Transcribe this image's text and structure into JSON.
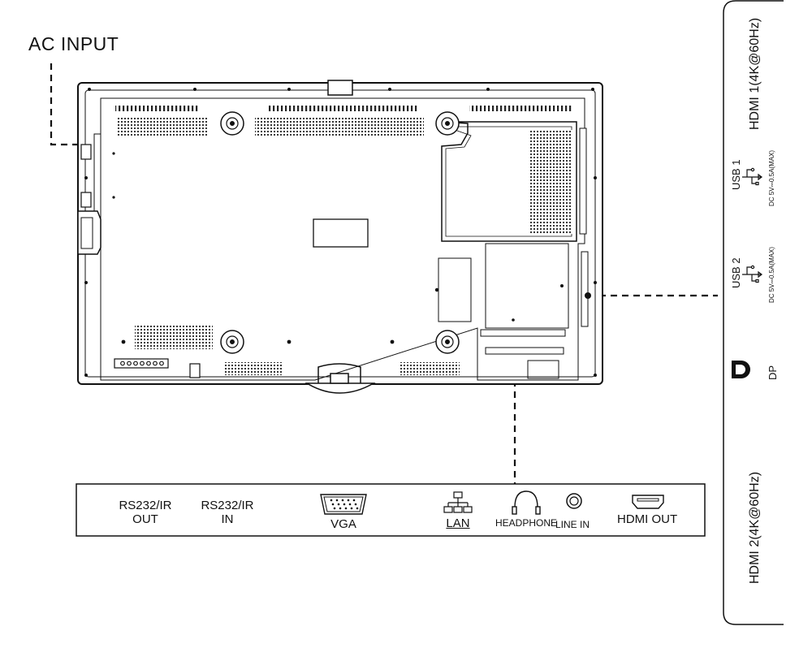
{
  "title": "",
  "ac_input": "AC INPUT",
  "bottom_ports": {
    "rs232_out": [
      "RS232/IR",
      "OUT"
    ],
    "rs232_in": [
      "RS232/IR",
      "IN"
    ],
    "vga": "VGA",
    "lan": "LAN",
    "headphone": "HEADPHONE",
    "line_in": "LINE IN",
    "hdmi_out": "HDMI OUT"
  },
  "side_ports": {
    "hdmi1": "HDMI 1(4K@60Hz)",
    "usb1": "USB 1",
    "usb1_rating": "DC 5V⎓0.5A(MAX)",
    "usb2": "USB 2",
    "usb2_rating": "DC 5V⎓0.5A(MAX)",
    "dp": "DP",
    "hdmi2": "HDMI 2(4K@60Hz)"
  },
  "icons": [
    "vga-connector-icon",
    "lan-network-icon",
    "headphone-icon",
    "line-in-jack-icon",
    "hdmi-port-icon",
    "usb-icon",
    "displayport-icon"
  ],
  "colors": {
    "line": "#111111",
    "background": "#ffffff"
  }
}
